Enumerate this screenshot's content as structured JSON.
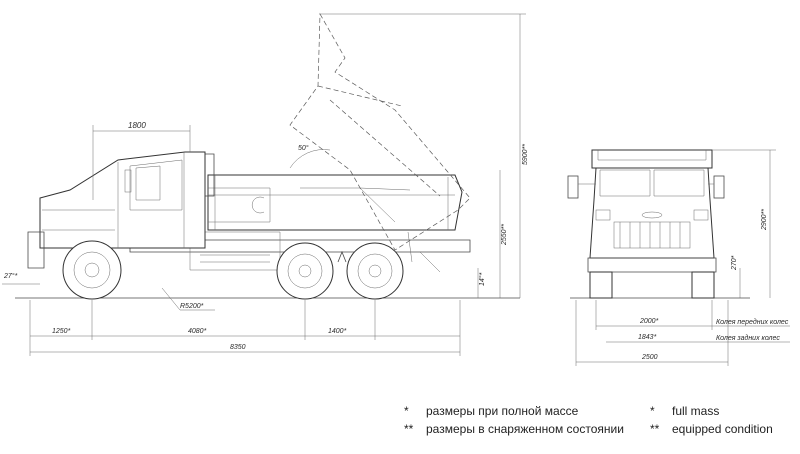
{
  "dimensions": {
    "cab_width": "1800",
    "tipping_angle": "50°",
    "dump_height": "5900**",
    "body_height": "2550**",
    "front_ground_height": "27°*",
    "rear_ground_height": "14°*",
    "turn_radius": "R5200*",
    "front_overhang": "1250*",
    "wheelbase": "4080*",
    "rear_axle_spacing": "1400*",
    "overall_length": "8350",
    "front_track": "2000*",
    "rear_track": "1843*",
    "overall_width": "2500",
    "overall_height": "2900**",
    "ground_clearance": "270*"
  },
  "labels": {
    "front_track_label": "Колея передних колес",
    "rear_track_label": "Колея задних колес"
  },
  "legend": {
    "ru_full_star": "*",
    "ru_full": "размеры при полной массе",
    "ru_equipped_star": "**",
    "ru_equipped": "размеры в снаряженном состоянии",
    "en_full_star": "*",
    "en_full": "full mass",
    "en_equipped_star": "**",
    "en_equipped": "equipped condition"
  }
}
